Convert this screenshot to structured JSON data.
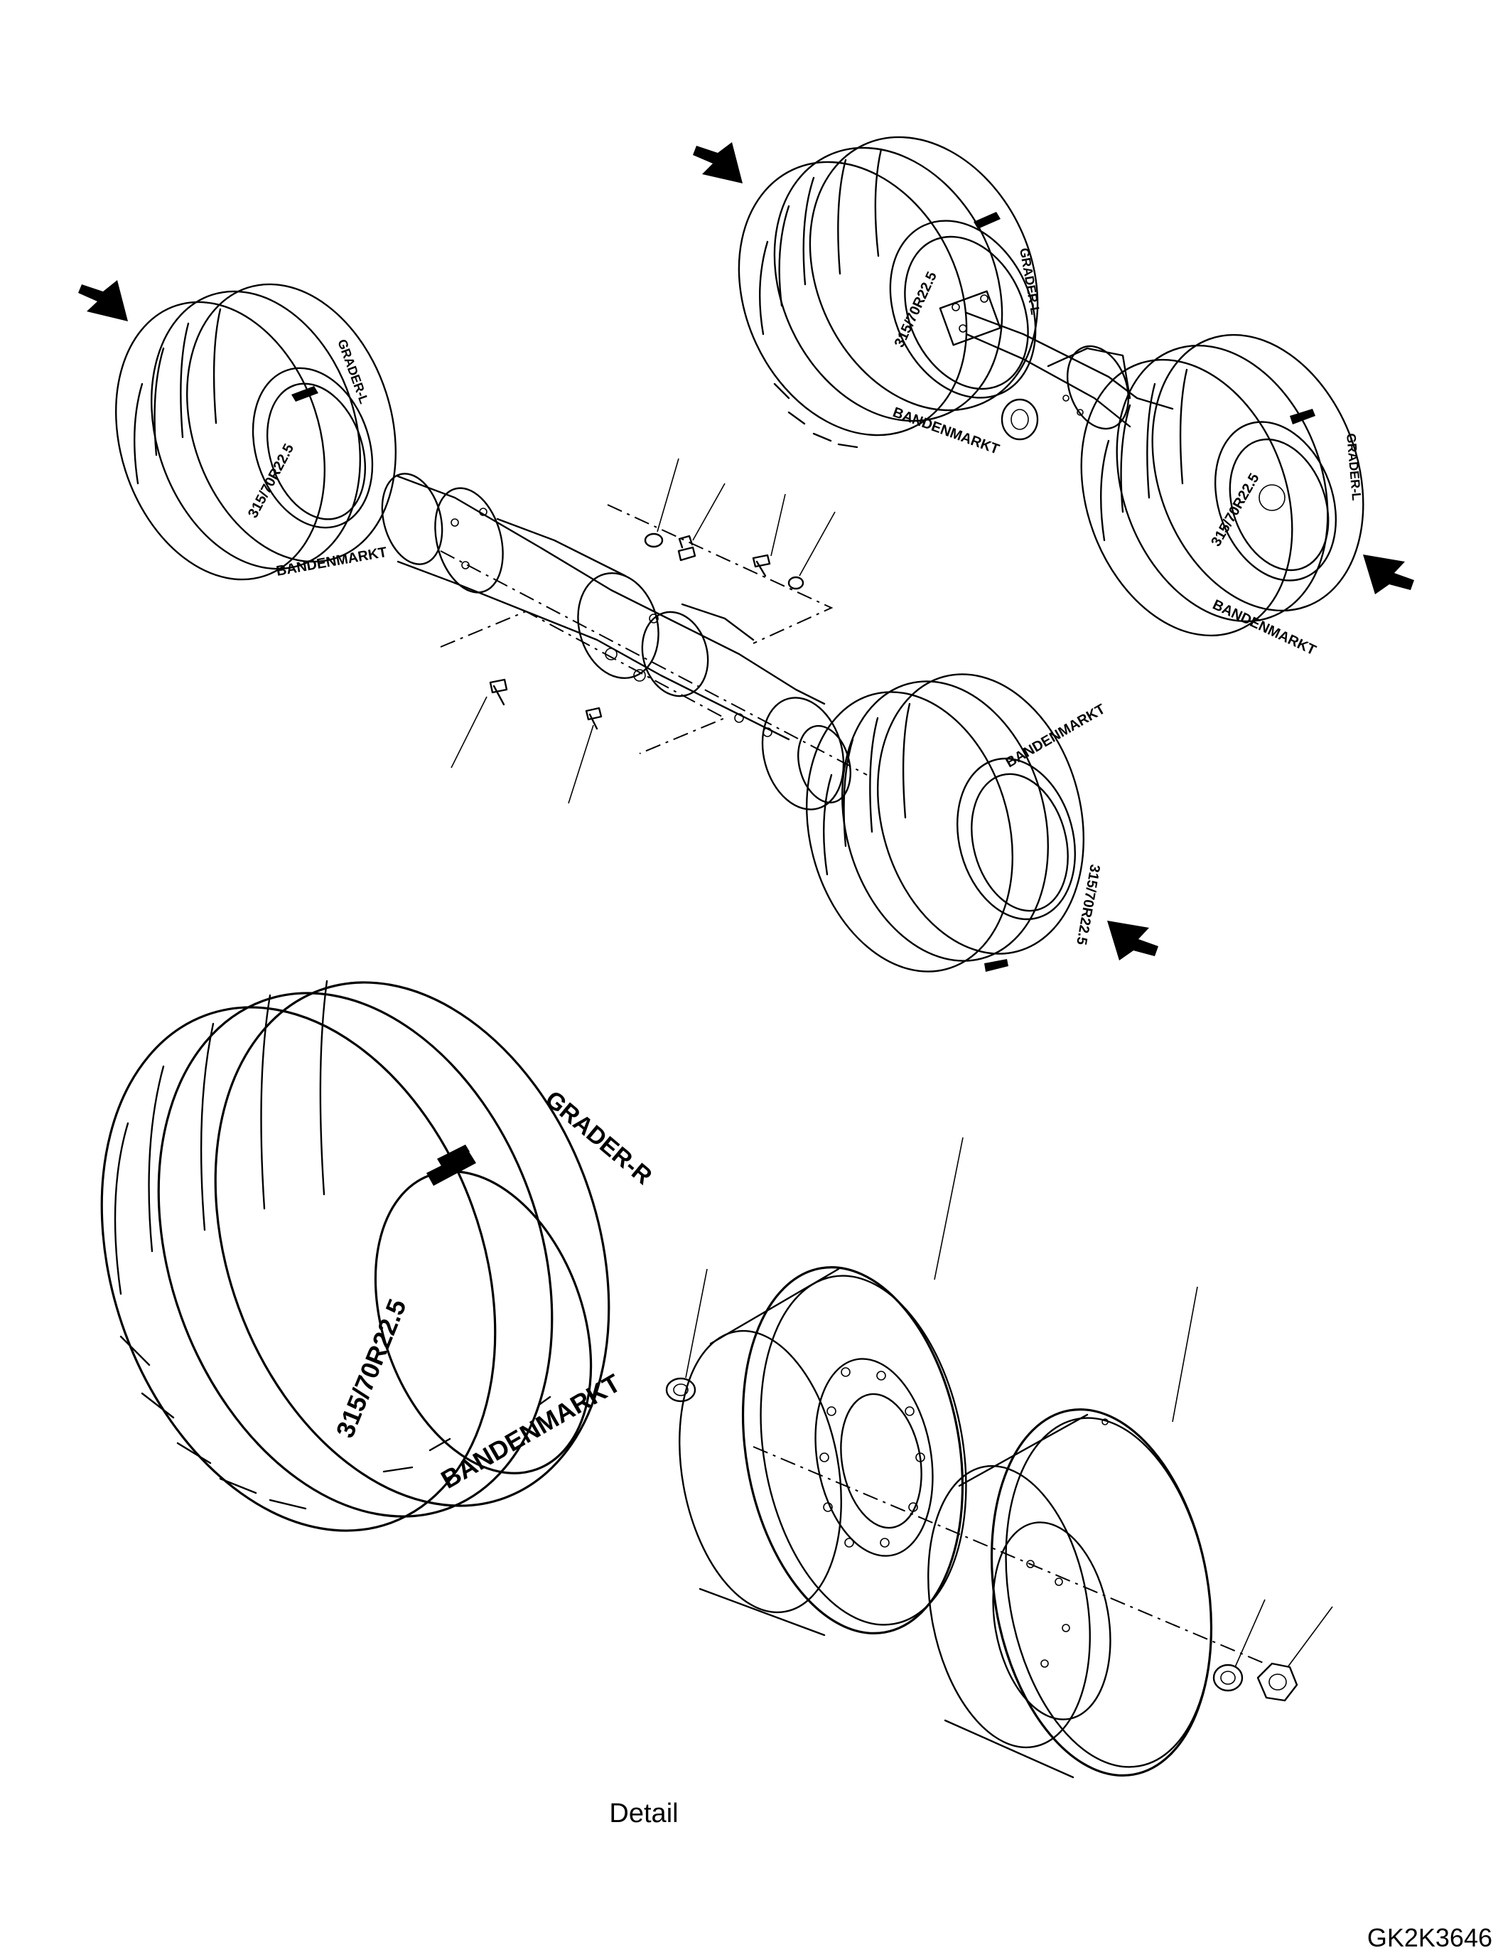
{
  "detail_label": "Detail",
  "drawing_code": "GK2K3646",
  "tire_markings": {
    "brand": "BANDENMARKT",
    "size": "315/70R22.5",
    "side_right": "GRADER-R",
    "side_left": "GRADER-L"
  }
}
